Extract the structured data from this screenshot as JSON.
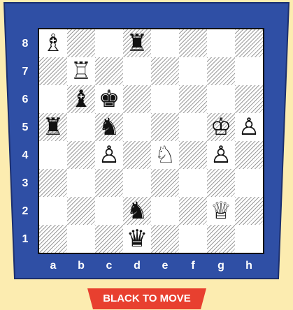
{
  "colors": {
    "background": "#fcecb0",
    "frame": "#2f4fa5",
    "dark_square_hatch": "#9b9b9b",
    "banner": "#e8402f"
  },
  "ranks": [
    "8",
    "7",
    "6",
    "5",
    "4",
    "3",
    "2",
    "1"
  ],
  "files": [
    "a",
    "b",
    "c",
    "d",
    "e",
    "f",
    "g",
    "h"
  ],
  "status": "BLACK TO MOVE",
  "pieces": [
    {
      "square": "a8",
      "color": "white",
      "type": "bishop",
      "glyph": "♗",
      "icon": "white-bishop-icon"
    },
    {
      "square": "d8",
      "color": "black",
      "type": "rook",
      "glyph": "♜",
      "icon": "black-rook-icon"
    },
    {
      "square": "b7",
      "color": "white",
      "type": "rook",
      "glyph": "♖",
      "icon": "white-rook-icon"
    },
    {
      "square": "b6",
      "color": "black",
      "type": "bishop",
      "glyph": "♝",
      "icon": "black-bishop-icon"
    },
    {
      "square": "c6",
      "color": "black",
      "type": "king",
      "glyph": "♚",
      "icon": "black-king-icon"
    },
    {
      "square": "a5",
      "color": "black",
      "type": "rook",
      "glyph": "♜",
      "icon": "black-rook-icon"
    },
    {
      "square": "c5",
      "color": "black",
      "type": "knight",
      "glyph": "♞",
      "icon": "black-knight-icon"
    },
    {
      "square": "g5",
      "color": "white",
      "type": "king",
      "glyph": "♔",
      "icon": "white-king-icon"
    },
    {
      "square": "h5",
      "color": "white",
      "type": "pawn",
      "glyph": "♙",
      "icon": "white-pawn-icon"
    },
    {
      "square": "c4",
      "color": "white",
      "type": "pawn",
      "glyph": "♙",
      "icon": "white-pawn-icon"
    },
    {
      "square": "e4",
      "color": "white",
      "type": "knight",
      "glyph": "♘",
      "icon": "white-knight-icon"
    },
    {
      "square": "g4",
      "color": "white",
      "type": "pawn",
      "glyph": "♙",
      "icon": "white-pawn-icon"
    },
    {
      "square": "d2",
      "color": "black",
      "type": "knight",
      "glyph": "♞",
      "icon": "black-knight-icon"
    },
    {
      "square": "g2",
      "color": "white",
      "type": "queen",
      "glyph": "♕",
      "icon": "white-queen-icon"
    },
    {
      "square": "d1",
      "color": "black",
      "type": "queen",
      "glyph": "♛",
      "icon": "black-queen-icon"
    }
  ]
}
